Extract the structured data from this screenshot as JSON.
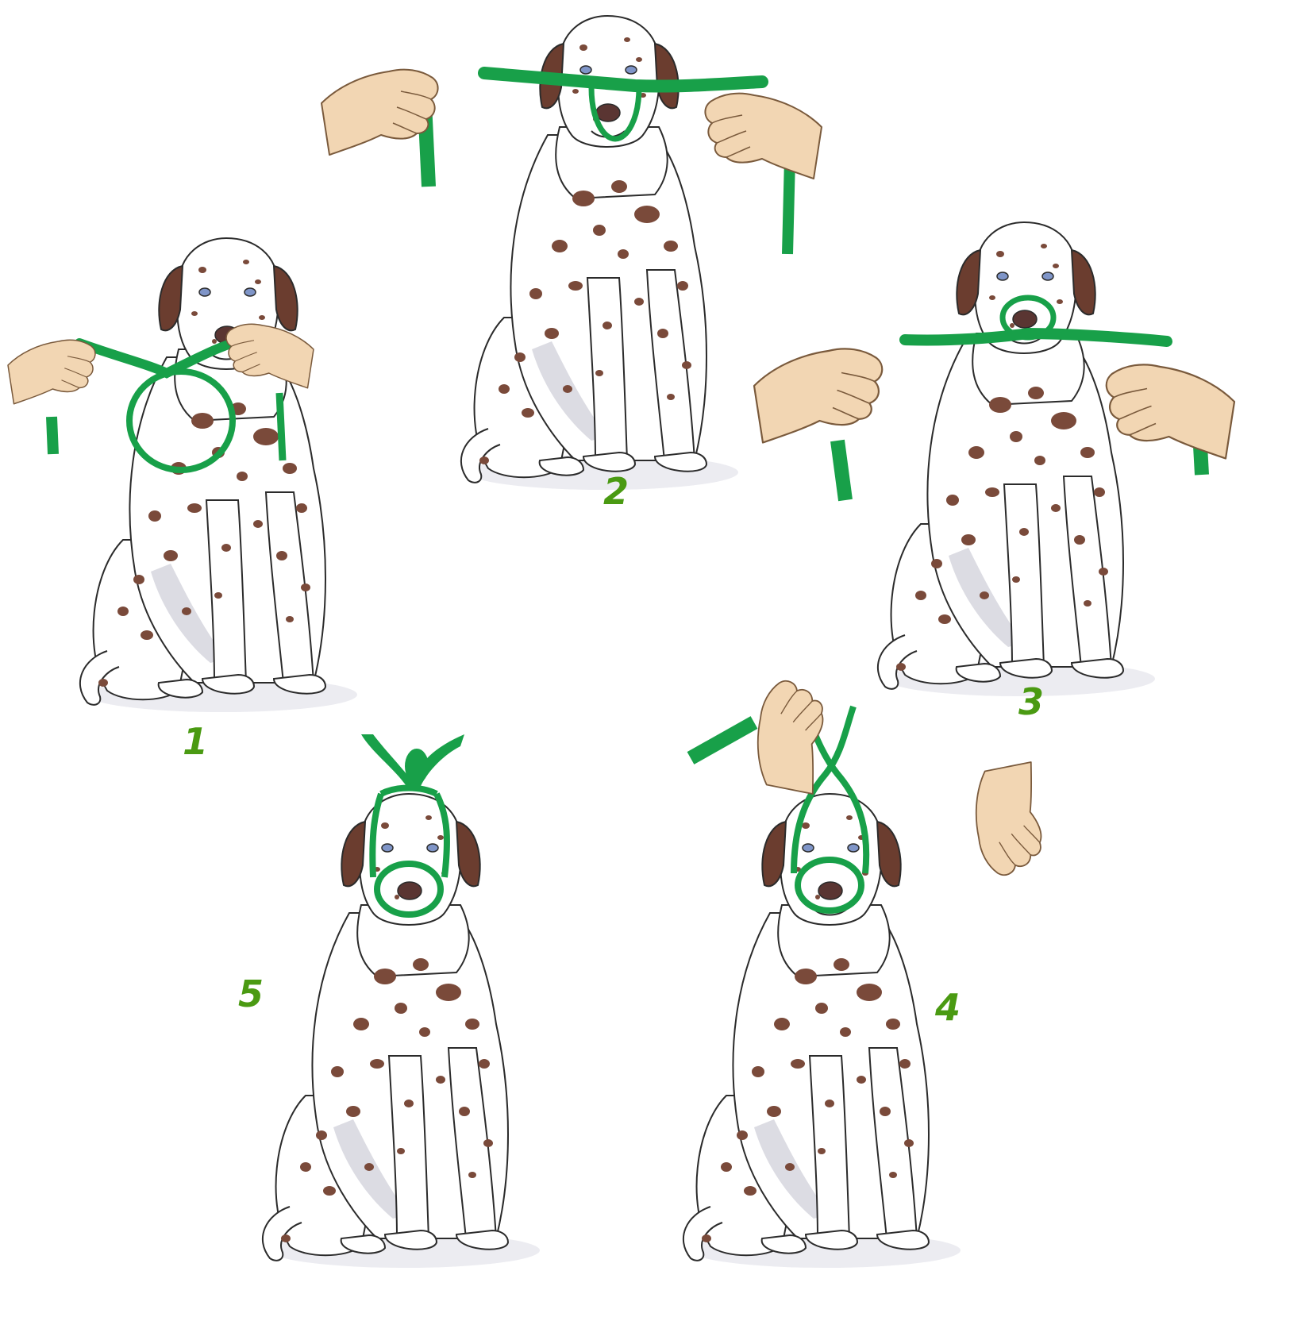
{
  "colors": {
    "background": "#ffffff",
    "bandage": "#18a049",
    "bandage_dark": "#0f7a36",
    "number": "#4a9a12",
    "skin": "#f2d6b3",
    "skin_line": "#7a5a3c",
    "dog_fill": "#ffffff",
    "dog_line": "#2b2b2b",
    "spot": "#7a4a3a",
    "shadow": "#dcdce3",
    "nose": "#5a3532",
    "eye": "#7f95c8",
    "ear": "#6b3d2f"
  },
  "steps": [
    {
      "label": "1",
      "action": "loop"
    },
    {
      "label": "2",
      "action": "over-nose"
    },
    {
      "label": "3",
      "action": "under-chin"
    },
    {
      "label": "4",
      "action": "cross-behind-head"
    },
    {
      "label": "5",
      "action": "bow-tied"
    }
  ]
}
